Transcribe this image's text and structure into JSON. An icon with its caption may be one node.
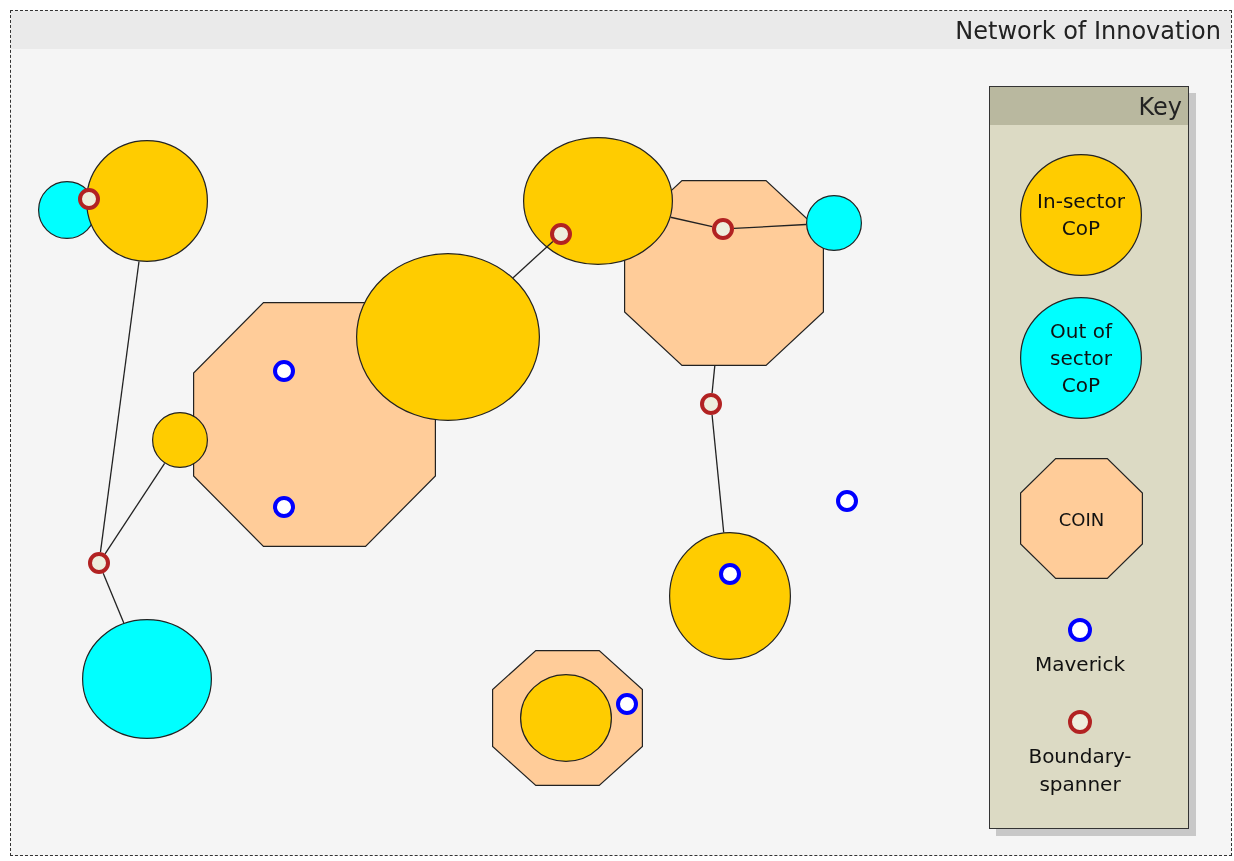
{
  "diagram": {
    "nodes": [
      {
        "text": [
          "Network of Innovation"
        ]
      },
      {
        "text": [
          "Key"
        ],
        "in": 0
      },
      {
        "text": [],
        "shape": "circle",
        "in": 0
      },
      {
        "text": [],
        "shape": "circle",
        "in": 0
      },
      {
        "text": [],
        "shape": "circle",
        "in": 2
      },
      {
        "text": [],
        "shape": "circle",
        "in": 0
      },
      {
        "text": [],
        "shape": "octagon",
        "in": 0
      },
      {
        "text": [],
        "shape": "circle",
        "in": 0
      },
      {
        "text": [],
        "shape": "circle",
        "in": 5
      },
      {
        "text": [],
        "shape": "circle",
        "in": 6
      },
      {
        "text": [],
        "shape": "octagon",
        "in": 0
      },
      {
        "text": [],
        "shape": "circle",
        "in": 0
      },
      {
        "text": [],
        "shape": "circle",
        "in": 0
      },
      {
        "text": [],
        "shape": "circle",
        "in": 10
      },
      {
        "text": [],
        "shape": "circle",
        "in": 10
      },
      {
        "text": [],
        "shape": "circle",
        "in": 0
      },
      {
        "text": [],
        "shape": "circle",
        "in": 0
      },
      {
        "text": [],
        "shape": "circle",
        "in": 0
      },
      {
        "text": [],
        "shape": "circle",
        "in": 0
      },
      {
        "text": [],
        "shape": "circle",
        "in": 18
      },
      {
        "text": [],
        "shape": "circle",
        "in": 0
      },
      {
        "text": [],
        "shape": "octagon",
        "in": 0
      },
      {
        "text": [],
        "shape": "circle",
        "in": 21
      },
      {
        "text": [],
        "shape": "circle",
        "in": 21
      }
    ],
    "edges": [
      {
        "from": 15,
        "to": 3,
        "arrow": "none"
      },
      {
        "from": 15,
        "to": 12,
        "arrow": "none"
      },
      {
        "from": 15,
        "to": 16,
        "arrow": "none"
      },
      {
        "from": 11,
        "to": 8,
        "arrow": "none"
      },
      {
        "from": 5,
        "to": 9,
        "arrow": "none"
      },
      {
        "from": 9,
        "to": 7,
        "arrow": "none"
      },
      {
        "from": 6,
        "to": 17,
        "arrow": "none"
      },
      {
        "from": 17,
        "to": 18,
        "arrow": "none"
      }
    ],
    "legend": [
      {
        "text": "In-sector CoP",
        "color": "#ffcc00"
      },
      {
        "text": "Out of sector CoP",
        "color": "#00ffff"
      },
      {
        "text": "COIN",
        "color": "#ffcc99"
      },
      {
        "text": "Maverick"
      },
      {
        "text": "Boundary-spanner"
      }
    ]
  }
}
